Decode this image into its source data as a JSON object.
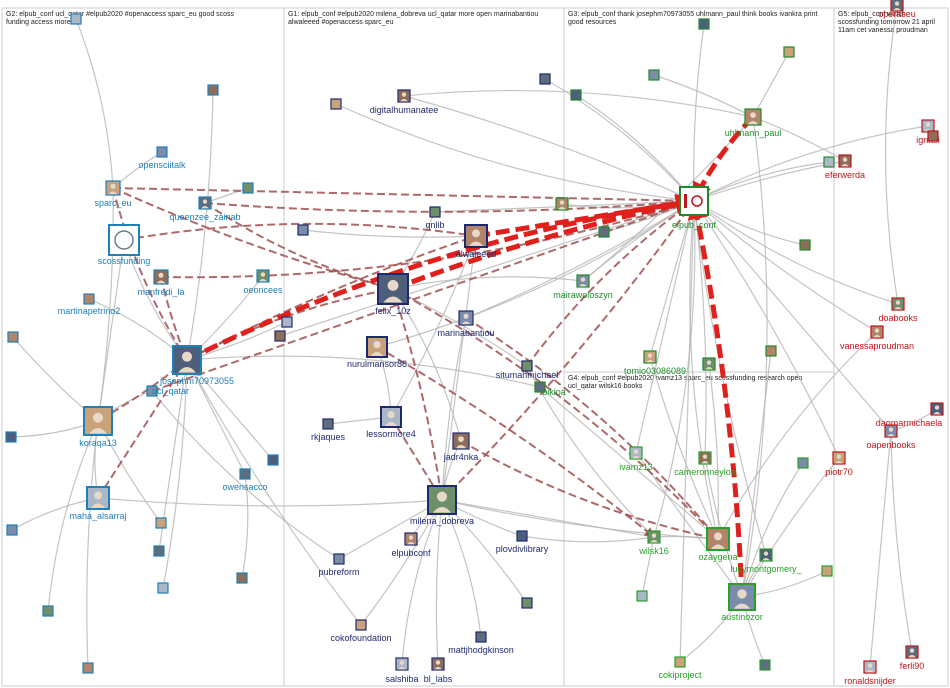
{
  "colors": {
    "g1": "#1f2a6e",
    "g2": "#1f7fb8",
    "g3": "#1f8a2a",
    "g4": "#2aa02a",
    "g5": "#c0141a",
    "edge": "#b5b5b5",
    "edge_strong": "#a05050",
    "edge_red": "#e0201c",
    "box": "#cccccc"
  },
  "groups": [
    {
      "id": "G2",
      "title_lines": [
        "G2: elpub_conf ucl_qatar #elpub2020 #openaccess sparc_eu good scoss",
        "funding access more oa"
      ]
    },
    {
      "id": "G1",
      "title_lines": [
        "G1: elpub_conf #elpub2020 milena_dobreva ucl_qatar more open marinabantiou",
        "alwaleeed #openaccess sparc_eu"
      ]
    },
    {
      "id": "G3",
      "title_lines": [
        "G3: elpub_conf thank josephm70973055 uhlmann_paul think books ivankra print",
        "good resources"
      ]
    },
    {
      "id": "G4",
      "title_lines": [
        "G4: elpub_conf #elpub2020 ivamz13 sparc_eu scossfunding research open",
        "ucl_qatar wilsk16 books"
      ]
    },
    {
      "id": "G5",
      "title_lines": [
        "G5: elpub_conf watch",
        "scossfunding tomorrow 21 april",
        "11am cet vanessa proudman"
      ]
    }
  ],
  "nodes": [
    {
      "id": "opensciitalk",
      "label": "opensciitalk",
      "group": "g2",
      "icon": "avatar-icon"
    },
    {
      "id": "sparc_eu",
      "label": "sparc_eu",
      "group": "g2",
      "icon": "avatar-icon"
    },
    {
      "id": "queenzee_zainab",
      "label": "queenzee_zainab",
      "group": "g2",
      "icon": "avatar-icon"
    },
    {
      "id": "scossfunding",
      "label": "scossfunding",
      "group": "g2",
      "icon": "scoss-logo-icon"
    },
    {
      "id": "manfredi_la",
      "label": "manfredi_la",
      "group": "g2",
      "icon": "avatar-icon"
    },
    {
      "id": "oeoncees",
      "label": "oeoncees",
      "group": "g2",
      "icon": "avatar-icon"
    },
    {
      "id": "martinapetrino2",
      "label": "martinapetrino2",
      "group": "g2",
      "icon": "avatar-icon"
    },
    {
      "id": "josephm70973055",
      "label": "josephm70973055",
      "group": "g2",
      "icon": "avatar-icon"
    },
    {
      "id": "ucl_qatar",
      "label": "ucl_qatar",
      "group": "g2",
      "icon": "avatar-icon"
    },
    {
      "id": "koraqa13",
      "label": "koraqa13",
      "group": "g2",
      "icon": "avatar-icon"
    },
    {
      "id": "owensacco",
      "label": "owensacco",
      "group": "g2",
      "icon": "avatar-icon"
    },
    {
      "id": "maha_alsarraj",
      "label": "maha_alsarraj",
      "group": "g2",
      "icon": "avatar-icon"
    },
    {
      "id": "digitalhumanatee",
      "label": "digitalhumanatee",
      "group": "g1",
      "icon": "avatar-icon"
    },
    {
      "id": "qnlib",
      "label": "qnlib",
      "group": "g1",
      "icon": "avatar-icon"
    },
    {
      "id": "alwaleeed",
      "label": "alwaleeed",
      "group": "g1",
      "icon": "avatar-icon"
    },
    {
      "id": "felix_10z",
      "label": "felix_10z",
      "group": "g1",
      "icon": "avatar-icon"
    },
    {
      "id": "marinabantiou",
      "label": "marinabantiou",
      "group": "g1",
      "icon": "avatar-icon"
    },
    {
      "id": "nurulmansor88",
      "label": "nurulmansor88",
      "group": "g1",
      "icon": "avatar-icon"
    },
    {
      "id": "rkjaques",
      "label": "rkjaques",
      "group": "g1",
      "icon": "avatar-icon"
    },
    {
      "id": "lessormore4",
      "label": "lessormore4",
      "group": "g1",
      "icon": "avatar-icon"
    },
    {
      "id": "jadr4nka",
      "label": "jadr4nka",
      "group": "g1",
      "icon": "avatar-icon"
    },
    {
      "id": "milena_dobreva",
      "label": "milena_dobreva",
      "group": "g1",
      "icon": "avatar-icon"
    },
    {
      "id": "elpubconf",
      "label": "elpubconf",
      "group": "g1",
      "icon": "avatar-icon"
    },
    {
      "id": "plovdivlibrary",
      "label": "plovdivlibrary",
      "group": "g1",
      "icon": "avatar-icon"
    },
    {
      "id": "pubreform",
      "label": "pubreform",
      "group": "g1",
      "icon": "avatar-icon"
    },
    {
      "id": "cokofoundation",
      "label": "cokofoundation",
      "group": "g1",
      "icon": "avatar-icon"
    },
    {
      "id": "mattjhodgkinson",
      "label": "mattjhodgkinson",
      "group": "g1",
      "icon": "avatar-icon"
    },
    {
      "id": "salshiba",
      "label": "salshiba",
      "group": "g1",
      "icon": "avatar-icon"
    },
    {
      "id": "bl_labs",
      "label": "bl_labs",
      "group": "g1",
      "icon": "avatar-icon"
    },
    {
      "id": "situmahmichael",
      "label": "situmahmichael",
      "group": "g1",
      "icon": "avatar-icon"
    },
    {
      "id": "uhlmann_paul",
      "label": "uhlmann_paul",
      "group": "g3",
      "icon": "avatar-icon"
    },
    {
      "id": "elpub_conf",
      "label": "elpub_conf",
      "group": "g3",
      "icon": "elpub-logo-icon"
    },
    {
      "id": "mairawoloszyn",
      "label": "mairawoloszyn",
      "group": "g3",
      "icon": "avatar-icon"
    },
    {
      "id": "tomio03086089",
      "label": "tomio03086089",
      "group": "g3",
      "icon": "avatar-icon"
    },
    {
      "id": "bikioa",
      "label": "bikioa",
      "group": "g3",
      "icon": "avatar-icon"
    },
    {
      "id": "ivamz13",
      "label": "ivamz13",
      "group": "g4",
      "icon": "avatar-icon"
    },
    {
      "id": "cameronneylon",
      "label": "cameronneylon",
      "group": "g4",
      "icon": "avatar-icon"
    },
    {
      "id": "wilsk16",
      "label": "wilsk16",
      "group": "g4",
      "icon": "avatar-icon"
    },
    {
      "id": "ozaygena",
      "label": "ozaygena",
      "group": "g4",
      "icon": "avatar-icon"
    },
    {
      "id": "lucymontgomery_",
      "label": "lucymontgomery_",
      "group": "g4",
      "icon": "avatar-icon"
    },
    {
      "id": "austinozor",
      "label": "austinozor",
      "group": "g4",
      "icon": "avatar-icon"
    },
    {
      "id": "cokiproject",
      "label": "cokiproject",
      "group": "g4",
      "icon": "avatar-icon"
    },
    {
      "id": "operaseu",
      "label": "operaseu",
      "group": "g5",
      "icon": "avatar-icon"
    },
    {
      "id": "ignasi",
      "label": "ignasi",
      "group": "g5",
      "icon": "avatar-icon"
    },
    {
      "id": "eferwerda",
      "label": "eferwerda",
      "group": "g5",
      "icon": "avatar-icon"
    },
    {
      "id": "doabooks",
      "label": "doabooks",
      "group": "g5",
      "icon": "avatar-icon"
    },
    {
      "id": "vanessaproudman",
      "label": "vanessaproudman",
      "group": "g5",
      "icon": "avatar-icon"
    },
    {
      "id": "daomarmichaela",
      "label": "daomarmichaela",
      "group": "g5",
      "icon": "avatar-icon"
    },
    {
      "id": "oapenbooks",
      "label": "oapenbooks",
      "group": "g5",
      "icon": "avatar-icon"
    },
    {
      "id": "piotr70",
      "label": "piotr70",
      "group": "g5",
      "icon": "avatar-icon"
    },
    {
      "id": "ferli90",
      "label": "ferli90",
      "group": "g5",
      "icon": "avatar-icon"
    },
    {
      "id": "ronaldsnijder",
      "label": "ronaldsnijder",
      "group": "g5",
      "icon": "avatar-icon"
    }
  ]
}
